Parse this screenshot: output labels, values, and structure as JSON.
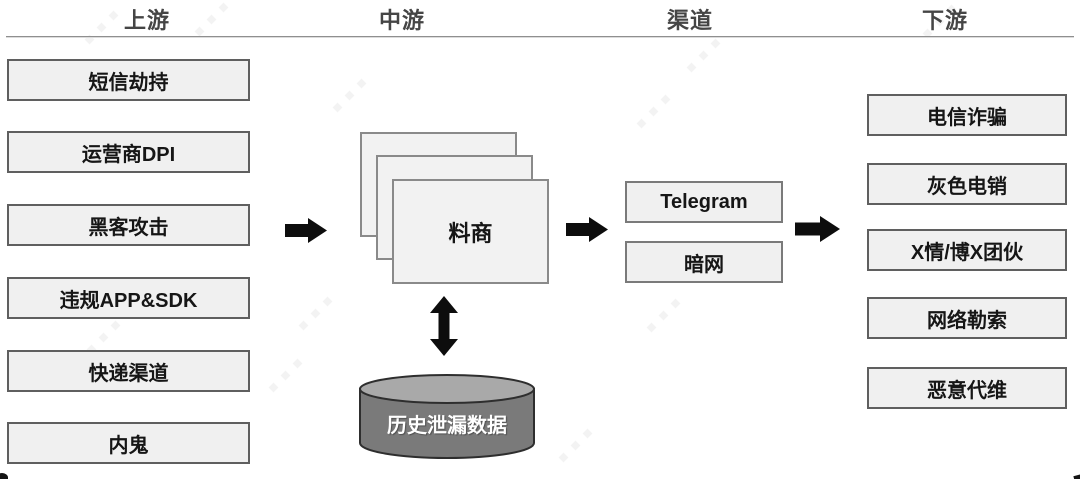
{
  "headers": {
    "upstream": "上游",
    "midstream": "中游",
    "channel": "渠道",
    "downstream": "下游"
  },
  "columns": {
    "upstream": [
      "短信劫持",
      "运营商DPI",
      "黑客攻击",
      "违规APP&SDK",
      "快递渠道",
      "内鬼"
    ],
    "midstream": {
      "broker": "料商",
      "database": "历史泄漏数据"
    },
    "channel": [
      "Telegram",
      "暗网"
    ],
    "downstream": [
      "电信诈骗",
      "灰色电销",
      "X情/博X团伙",
      "网络勒索",
      "恶意代维"
    ]
  },
  "icons": {
    "flow_arrow": "right-block-arrow",
    "exchange_arrow": "vertical-double-arrow",
    "database": "cylinder"
  },
  "colors": {
    "node_fill": "#f0f0f0",
    "node_border": "#5f5f5f",
    "arrow": "#0d0d0d",
    "cylinder_body": "#7a7a7a",
    "cylinder_top": "#a9a9a9",
    "cylinder_text": "#ffffff",
    "header_text": "#454545",
    "divider": "#8f8f8f"
  }
}
